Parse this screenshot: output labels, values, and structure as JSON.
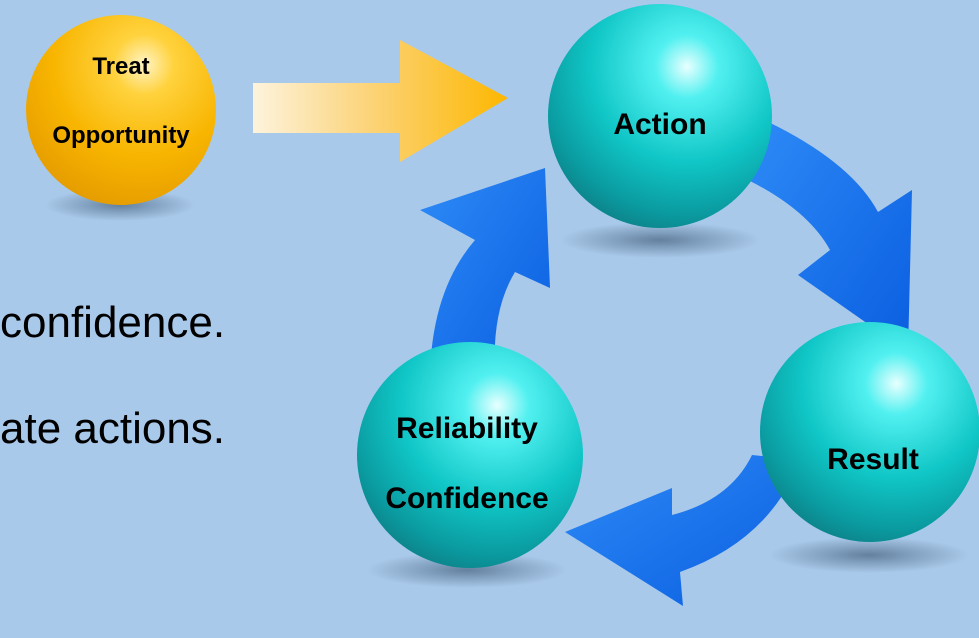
{
  "body_text": {
    "line_1": "confidence.",
    "line_2": "ate actions."
  },
  "nodes": {
    "treat_opportunity": {
      "line_1": "Treat",
      "line_2": "Opportunity",
      "color": "#f5b300"
    },
    "action": {
      "label": "Action",
      "color": "#0fb9b9"
    },
    "result": {
      "label": "Result",
      "color": "#0fb9b9"
    },
    "reliability_confidence": {
      "line_1": "Reliability",
      "line_2": "Confidence",
      "color": "#0fb9b9"
    }
  },
  "colors": {
    "background": "#a9c9ea",
    "cycle_arrow": "#1c78ee",
    "input_arrow": "#fdb700"
  }
}
